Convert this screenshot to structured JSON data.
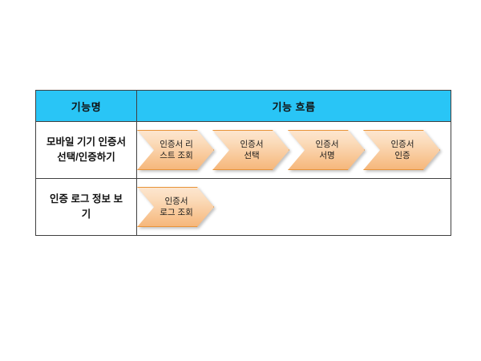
{
  "table": {
    "headers": [
      {
        "label": "기능명"
      },
      {
        "label": "기능 흐름"
      }
    ],
    "rows": [
      {
        "name": "모바일 기기 인증서\n선택/인증하기",
        "steps": [
          {
            "label": "인증서 리\n스트 조회"
          },
          {
            "label": "인증서\n선택"
          },
          {
            "label": "인증서\n서명"
          },
          {
            "label": "인증서\n인증"
          }
        ]
      },
      {
        "name": "인증 로그 정보 보\n기",
        "steps": [
          {
            "label": "인증서\n로그 조회"
          }
        ]
      }
    ]
  },
  "colors": {
    "header_bg": "#29C5F6",
    "border": "#404040",
    "chevron_fill_top": "#FDE6CF",
    "chevron_fill_bottom": "#F6B77B",
    "chevron_border": "#E8943A",
    "text": "#111111",
    "page_bg": "#FFFFFF"
  }
}
